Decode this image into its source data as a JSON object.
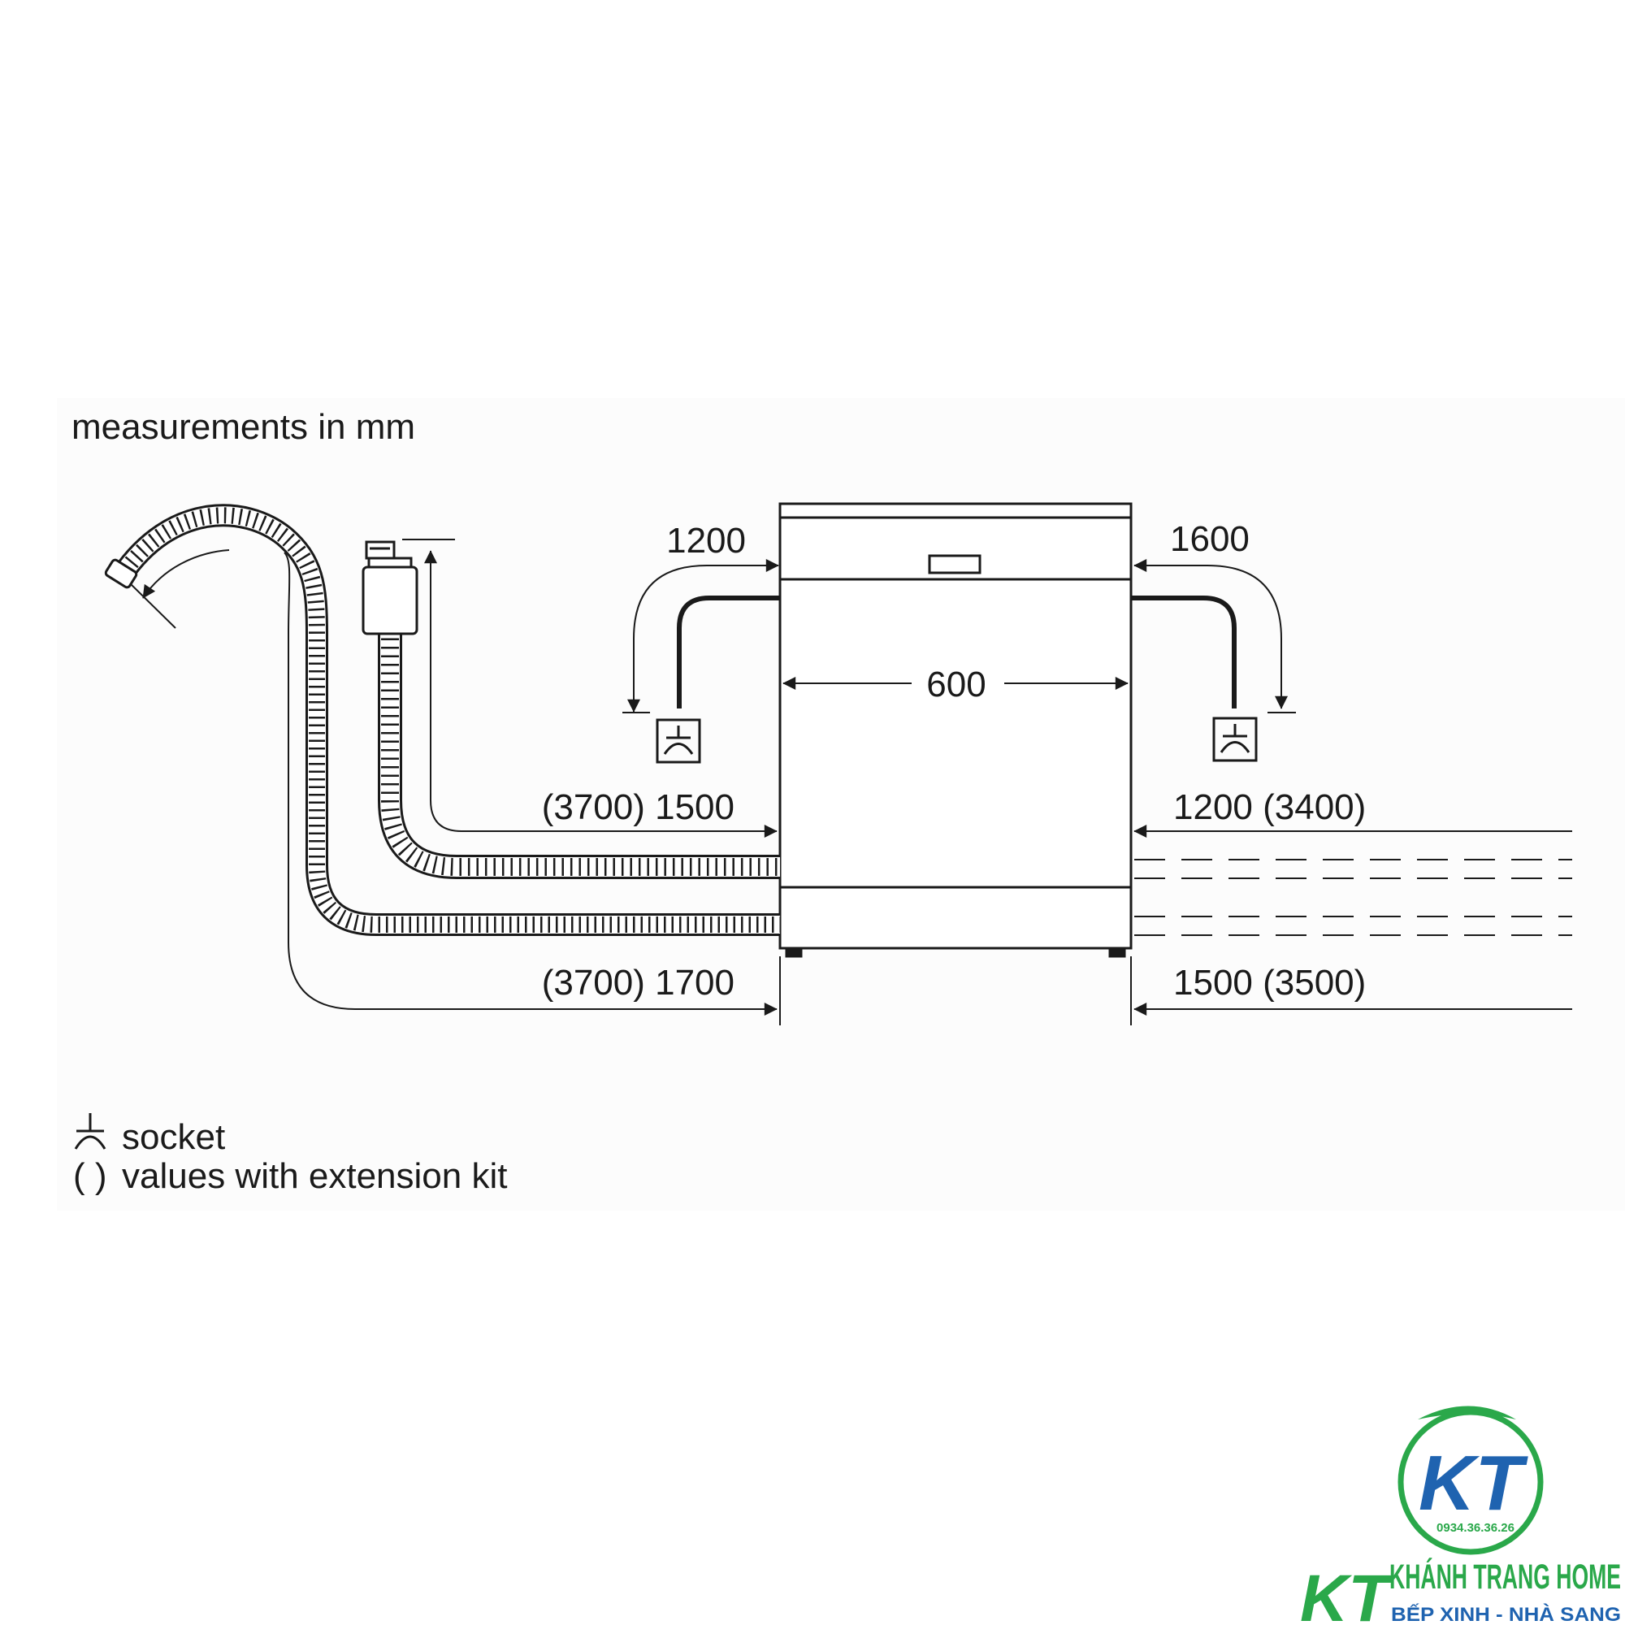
{
  "header": {
    "units_note": "measurements in mm"
  },
  "dimensions": {
    "width": "600",
    "left_top": "1200",
    "right_top": "1600",
    "left_hose_upper": "(3700) 1500",
    "left_hose_lower": "(3700) 1700",
    "right_upper": "1200 (3400)",
    "right_lower": "1500 (3500)"
  },
  "legend": {
    "socket_label": "socket",
    "extension_symbol": "( )",
    "extension_label": "values with extension kit"
  },
  "watermark": {
    "monogram": "KT",
    "phone": "0934.36.36.26",
    "brand": "KHÁNH TRANG HOME",
    "slogan": "BẾP XINH - NHÀ SANG",
    "colors": {
      "green": "#2aa84a",
      "blue": "#1f63b0"
    }
  }
}
